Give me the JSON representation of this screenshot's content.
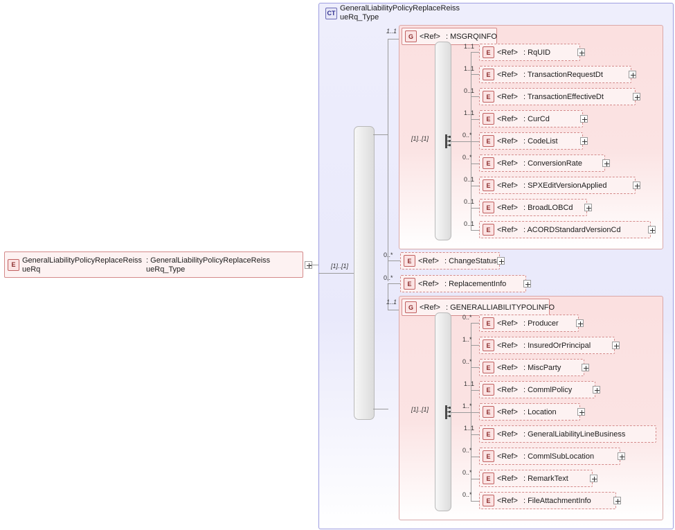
{
  "diagram": {
    "type": "xsd-schema-tree",
    "title": "GeneralLiabilityPolicyReplaceReissueRq",
    "root_element": {
      "icon": "E",
      "name": "GeneralLiabilityPolicyReplaceReissueRq",
      "type": "GeneralLiabilityPolicyReplaceReissueRq_Type",
      "name_line1": "GeneralLiabilityPolicyReplaceReiss",
      "name_line2": "ueRq",
      "type_line1": ": GeneralLiabilityPolicyReplaceReiss",
      "type_line2": "ueRq_Type",
      "cardinality": "[1]..[1]"
    },
    "complex_type": {
      "icon": "CT",
      "label_line1": "GeneralLiabilityPolicyReplaceReiss",
      "label_line2": "ueRq_Type",
      "sequence_cardinality": "[1]..[1]"
    },
    "groups": [
      {
        "id": "msgrqinfo",
        "icon": "G",
        "ref": "<Ref>",
        "name": ": MSGRQINFO",
        "cardinality": "1..1",
        "sequence_cardinality": "[1]..[1]",
        "children": [
          {
            "icon": "E",
            "ref": "<Ref>",
            "name": ": RqUID",
            "cardinality": "1..1",
            "expander": true
          },
          {
            "icon": "E",
            "ref": "<Ref>",
            "name": ": TransactionRequestDt",
            "cardinality": "1..1",
            "expander": true
          },
          {
            "icon": "E",
            "ref": "<Ref>",
            "name": ": TransactionEffectiveDt",
            "cardinality": "0..1",
            "expander": true
          },
          {
            "icon": "E",
            "ref": "<Ref>",
            "name": ": CurCd",
            "cardinality": "1..1",
            "expander": true
          },
          {
            "icon": "E",
            "ref": "<Ref>",
            "name": ": CodeList",
            "cardinality": "0..*",
            "expander": true
          },
          {
            "icon": "E",
            "ref": "<Ref>",
            "name": ": ConversionRate",
            "cardinality": "0..*",
            "expander": true
          },
          {
            "icon": "E",
            "ref": "<Ref>",
            "name": ": SPXEditVersionApplied",
            "cardinality": "0..1",
            "expander": true
          },
          {
            "icon": "E",
            "ref": "<Ref>",
            "name": ": BroadLOBCd",
            "cardinality": "0..1",
            "expander": true
          },
          {
            "icon": "E",
            "ref": "<Ref>",
            "name": ": ACORDStandardVersionCd",
            "cardinality": "0..1",
            "expander": true
          }
        ]
      },
      {
        "id": "generalliabilitypolinfo",
        "icon": "G",
        "ref": "<Ref>",
        "name": ": GENERALLIABILITYPOLINFO",
        "cardinality": "1..1",
        "sequence_cardinality": "[1]..[1]",
        "children": [
          {
            "icon": "E",
            "ref": "<Ref>",
            "name": ": Producer",
            "cardinality": "0..*",
            "expander": true
          },
          {
            "icon": "E",
            "ref": "<Ref>",
            "name": ": InsuredOrPrincipal",
            "cardinality": "1..*",
            "expander": true
          },
          {
            "icon": "E",
            "ref": "<Ref>",
            "name": ": MiscParty",
            "cardinality": "0..*",
            "expander": true
          },
          {
            "icon": "E",
            "ref": "<Ref>",
            "name": ": CommlPolicy",
            "cardinality": "1..1",
            "expander": true
          },
          {
            "icon": "E",
            "ref": "<Ref>",
            "name": ": Location",
            "cardinality": "1..*",
            "expander": true
          },
          {
            "icon": "E",
            "ref": "<Ref>",
            "name": ": GeneralLiabilityLineBusiness",
            "cardinality": "1..1",
            "expander": true
          },
          {
            "icon": "E",
            "ref": "<Ref>",
            "name": ": CommlSubLocation",
            "cardinality": "0..*",
            "expander": true
          },
          {
            "icon": "E",
            "ref": "<Ref>",
            "name": ": RemarkText",
            "cardinality": "0..*",
            "expander": true
          },
          {
            "icon": "E",
            "ref": "<Ref>",
            "name": ": FileAttachmentInfo",
            "cardinality": "0..*",
            "expander": true
          }
        ]
      }
    ],
    "standalone_elements": [
      {
        "icon": "E",
        "ref": "<Ref>",
        "name": ": ChangeStatus",
        "cardinality": "0..*",
        "expander": true
      },
      {
        "icon": "E",
        "ref": "<Ref>",
        "name": ": ReplacementInfo",
        "cardinality": "0..*",
        "expander": true
      }
    ],
    "colors": {
      "element_border": "#d48a8a",
      "element_fill": "#fdf2f2",
      "group_fill": "#fbe3e3",
      "complextype_border": "#9d9de0",
      "complextype_fill": "#eeeefc"
    }
  }
}
